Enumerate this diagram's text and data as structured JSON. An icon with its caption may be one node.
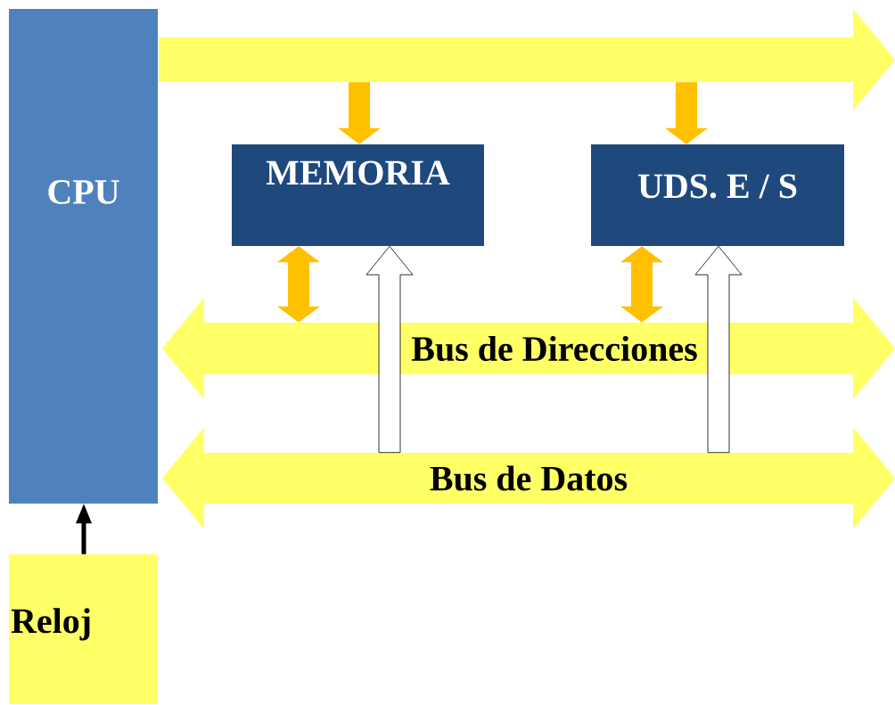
{
  "diagram": {
    "nodes": [
      {
        "text": [
          "CPU"
        ]
      },
      {
        "text": [],
        "shape": "arrow"
      },
      {
        "text": [
          "MEMORIA"
        ]
      },
      {
        "text": [
          "UDS. E / S"
        ]
      },
      {
        "text": [
          "Bus de Direcciones"
        ]
      },
      {
        "text": [
          "Bus de Datos"
        ]
      },
      {
        "text": [
          "Reloj"
        ]
      }
    ],
    "edges": [
      {
        "from": 6,
        "to": 0,
        "arrow": "to",
        "color": "#000000"
      },
      {
        "from": 1,
        "to": 2,
        "arrow": "to",
        "color": "#ffc000"
      },
      {
        "from": 1,
        "to": 3,
        "arrow": "to",
        "color": "#ffc000"
      },
      {
        "from": 2,
        "to": 4,
        "arrow": "both",
        "color": "#ffc000"
      },
      {
        "from": 3,
        "to": 4,
        "arrow": "both",
        "color": "#ffc000"
      },
      {
        "from": 5,
        "to": 2,
        "arrow": "to",
        "color": "#ffffff"
      },
      {
        "from": 5,
        "to": 3,
        "arrow": "to",
        "color": "#ffffff"
      }
    ]
  }
}
